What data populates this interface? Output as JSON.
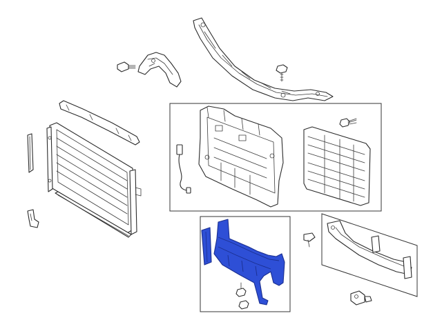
{
  "diagram": {
    "highlight_color": "#2e4fd6",
    "highlight_outline": "#1b2f8f",
    "line_color": "#2a2a2a",
    "background": "#ffffff",
    "parts": [
      {
        "id": "upper-radiator-support",
        "icon": "upper-support-bracket-icon"
      },
      {
        "id": "left-side-bracket",
        "icon": "side-bracket-icon"
      },
      {
        "id": "upper-bolt",
        "icon": "bolt-icon"
      },
      {
        "id": "radiator",
        "icon": "radiator-icon"
      },
      {
        "id": "radiator-seal",
        "icon": "seal-strip-icon"
      },
      {
        "id": "side-air-guide",
        "icon": "air-guide-icon"
      },
      {
        "id": "radiator-clip",
        "icon": "clip-icon"
      },
      {
        "id": "active-shutter-carrier",
        "icon": "shutter-carrier-icon"
      },
      {
        "id": "shutter-wiring-harness",
        "icon": "wiring-harness-icon"
      },
      {
        "id": "shutter-louvers",
        "icon": "louver-grid-icon"
      },
      {
        "id": "shutter-bolt",
        "icon": "bolt-icon"
      },
      {
        "id": "lower-air-deflector",
        "icon": "air-deflector-icon",
        "highlighted": true
      },
      {
        "id": "deflector-bolts",
        "icon": "bolt-icon"
      },
      {
        "id": "push-pin",
        "icon": "push-pin-icon"
      },
      {
        "id": "lower-guide-bracket",
        "icon": "lower-bracket-icon"
      },
      {
        "id": "sensor-connector",
        "icon": "sensor-connector-icon"
      }
    ]
  }
}
